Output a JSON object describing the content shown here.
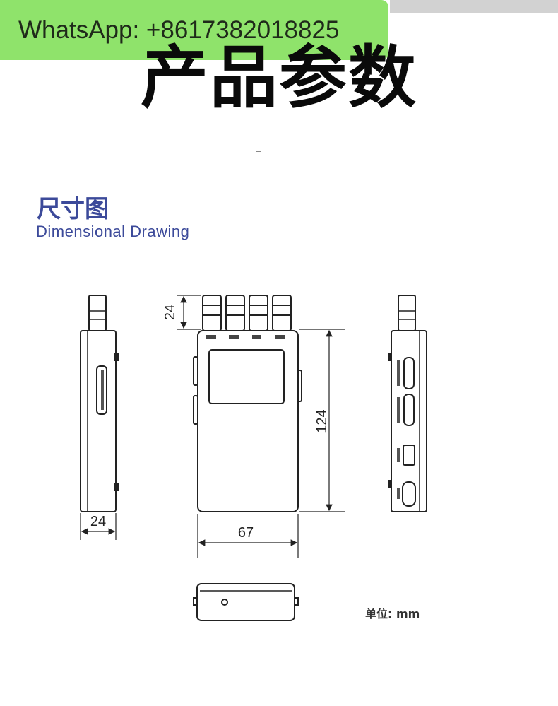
{
  "watermark": {
    "text": "WhatsApp: +8617382018825"
  },
  "title": "产品参数",
  "section": {
    "title_cn": "尺寸图",
    "title_en": "Dimensional  Drawing"
  },
  "dimensions": {
    "height": "124",
    "width": "67",
    "depth_side": "24",
    "connector": "24"
  },
  "unit_label": "单位: mm",
  "colors": {
    "accent": "#3c4a9a",
    "badge": "#8fe36b",
    "line": "#222222"
  }
}
